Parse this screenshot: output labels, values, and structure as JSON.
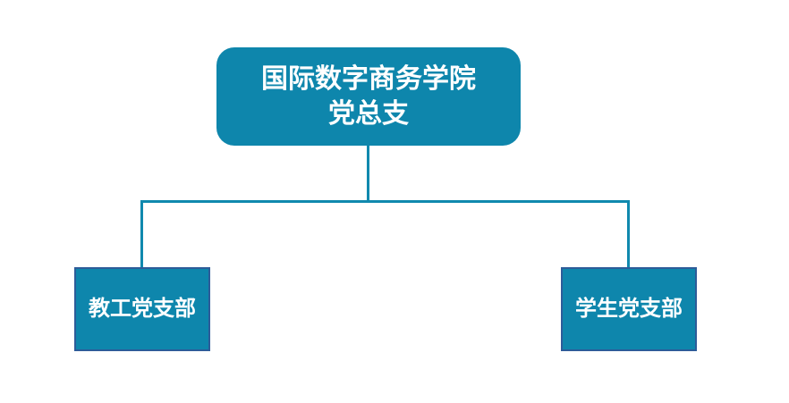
{
  "colors": {
    "background": "#FFFFFF",
    "node_fill": "#0E86AC",
    "node_text": "#FFFFFF",
    "connector": "#1089AE",
    "child_border": "#2D5C99"
  },
  "org_chart": {
    "type": "organization-chart",
    "root": {
      "label_line1": "国际数字商务学院",
      "label_line2": "党总支"
    },
    "children": [
      {
        "label": "教工党支部"
      },
      {
        "label": "学生党支部"
      }
    ]
  }
}
